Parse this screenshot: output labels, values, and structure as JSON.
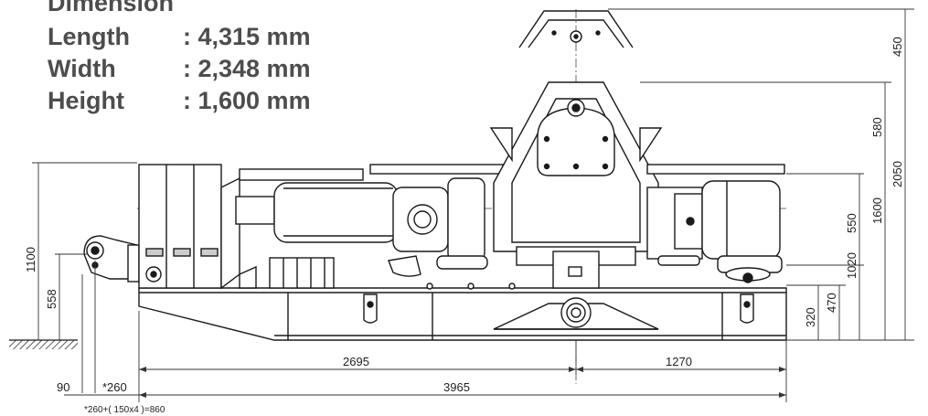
{
  "specs": {
    "heading": "Dimension",
    "rows": [
      {
        "label": "Length",
        "value": ": 4,315 mm"
      },
      {
        "label": "Width",
        "value": ": 2,348 mm"
      },
      {
        "label": "Height",
        "value": ": 1,600 mm"
      }
    ]
  },
  "dimensions": {
    "h2695": "2695",
    "h1270": "1270",
    "h3965": "3965",
    "h90": "90",
    "h260": "*260",
    "note": "*260+( 150x4 )=860",
    "v1100": "1100",
    "v558": "558",
    "v450": "450",
    "v580": "580",
    "v550": "550",
    "v320": "320",
    "v470": "470",
    "v1020": "1020",
    "v1600": "1600",
    "v2050": "2050"
  },
  "colors": {
    "text": "#4d4d4d",
    "line": "#1a1a1a",
    "hatch": "#333333"
  }
}
